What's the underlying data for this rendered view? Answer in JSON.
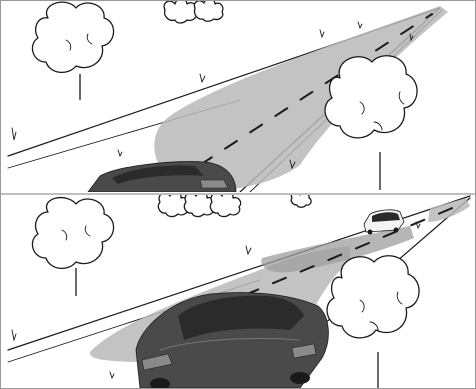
{
  "panels": [
    {
      "id": "top",
      "scene": "high-beam-no-traffic"
    },
    {
      "id": "bottom",
      "scene": "adaptive-beam-oncoming-vehicle"
    }
  ],
  "colors": {
    "beam": "#b9b9b9",
    "car": "#4a4a4a",
    "outline": "#1a1a1a",
    "border": "#999999"
  },
  "icons": [
    "tree-icon",
    "car-icon",
    "oncoming-car-icon",
    "bush-icon"
  ]
}
